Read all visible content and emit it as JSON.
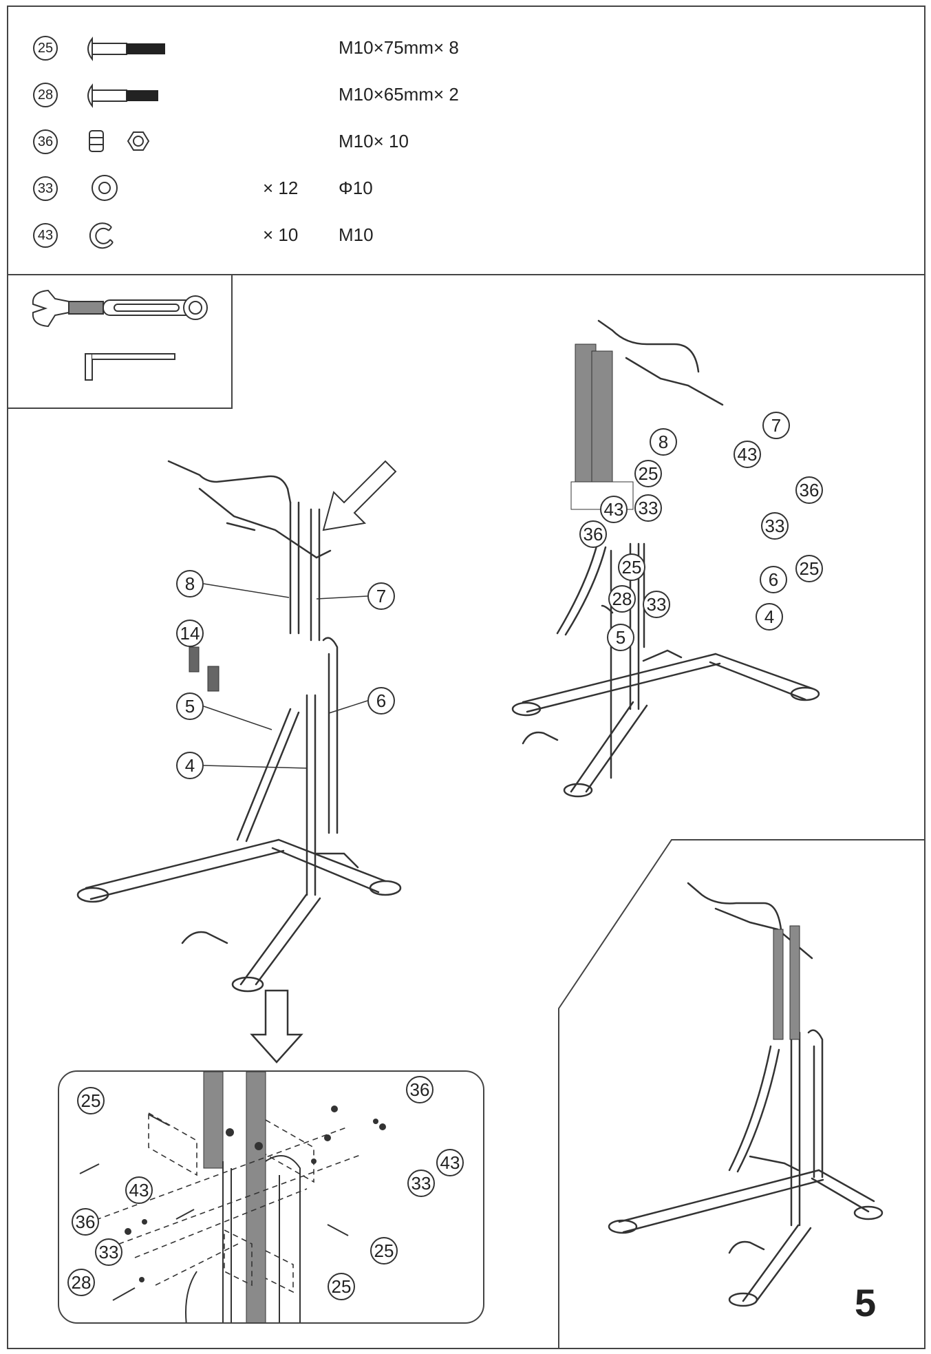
{
  "hardware": [
    {
      "id": "25",
      "qty": "",
      "spec": "M10×75mm× 8",
      "icon": "bolt-long-icon"
    },
    {
      "id": "28",
      "qty": "",
      "spec": "M10×65mm× 2",
      "icon": "bolt-short-icon"
    },
    {
      "id": "36",
      "qty": "",
      "spec": "M10× 10",
      "icon": "nut-icon"
    },
    {
      "id": "33",
      "qty": "× 12",
      "spec": "Φ10",
      "icon": "flat-washer-icon"
    },
    {
      "id": "43",
      "qty": "× 10",
      "spec": "M10",
      "icon": "spring-washer-icon"
    }
  ],
  "tools": {
    "wrench": "wrench-icon",
    "allen_key": "allen-key-icon"
  },
  "left_labels": [
    "8",
    "7",
    "14",
    "5",
    "6",
    "4"
  ],
  "right_labels": [
    "8",
    "7",
    "43",
    "25",
    "36",
    "43",
    "33",
    "33",
    "36",
    "25",
    "25",
    "6",
    "28",
    "33",
    "4",
    "5"
  ],
  "detail_labels": [
    "25",
    "36",
    "43",
    "43",
    "36",
    "33",
    "33",
    "28",
    "25",
    "25"
  ],
  "step_number": "5"
}
